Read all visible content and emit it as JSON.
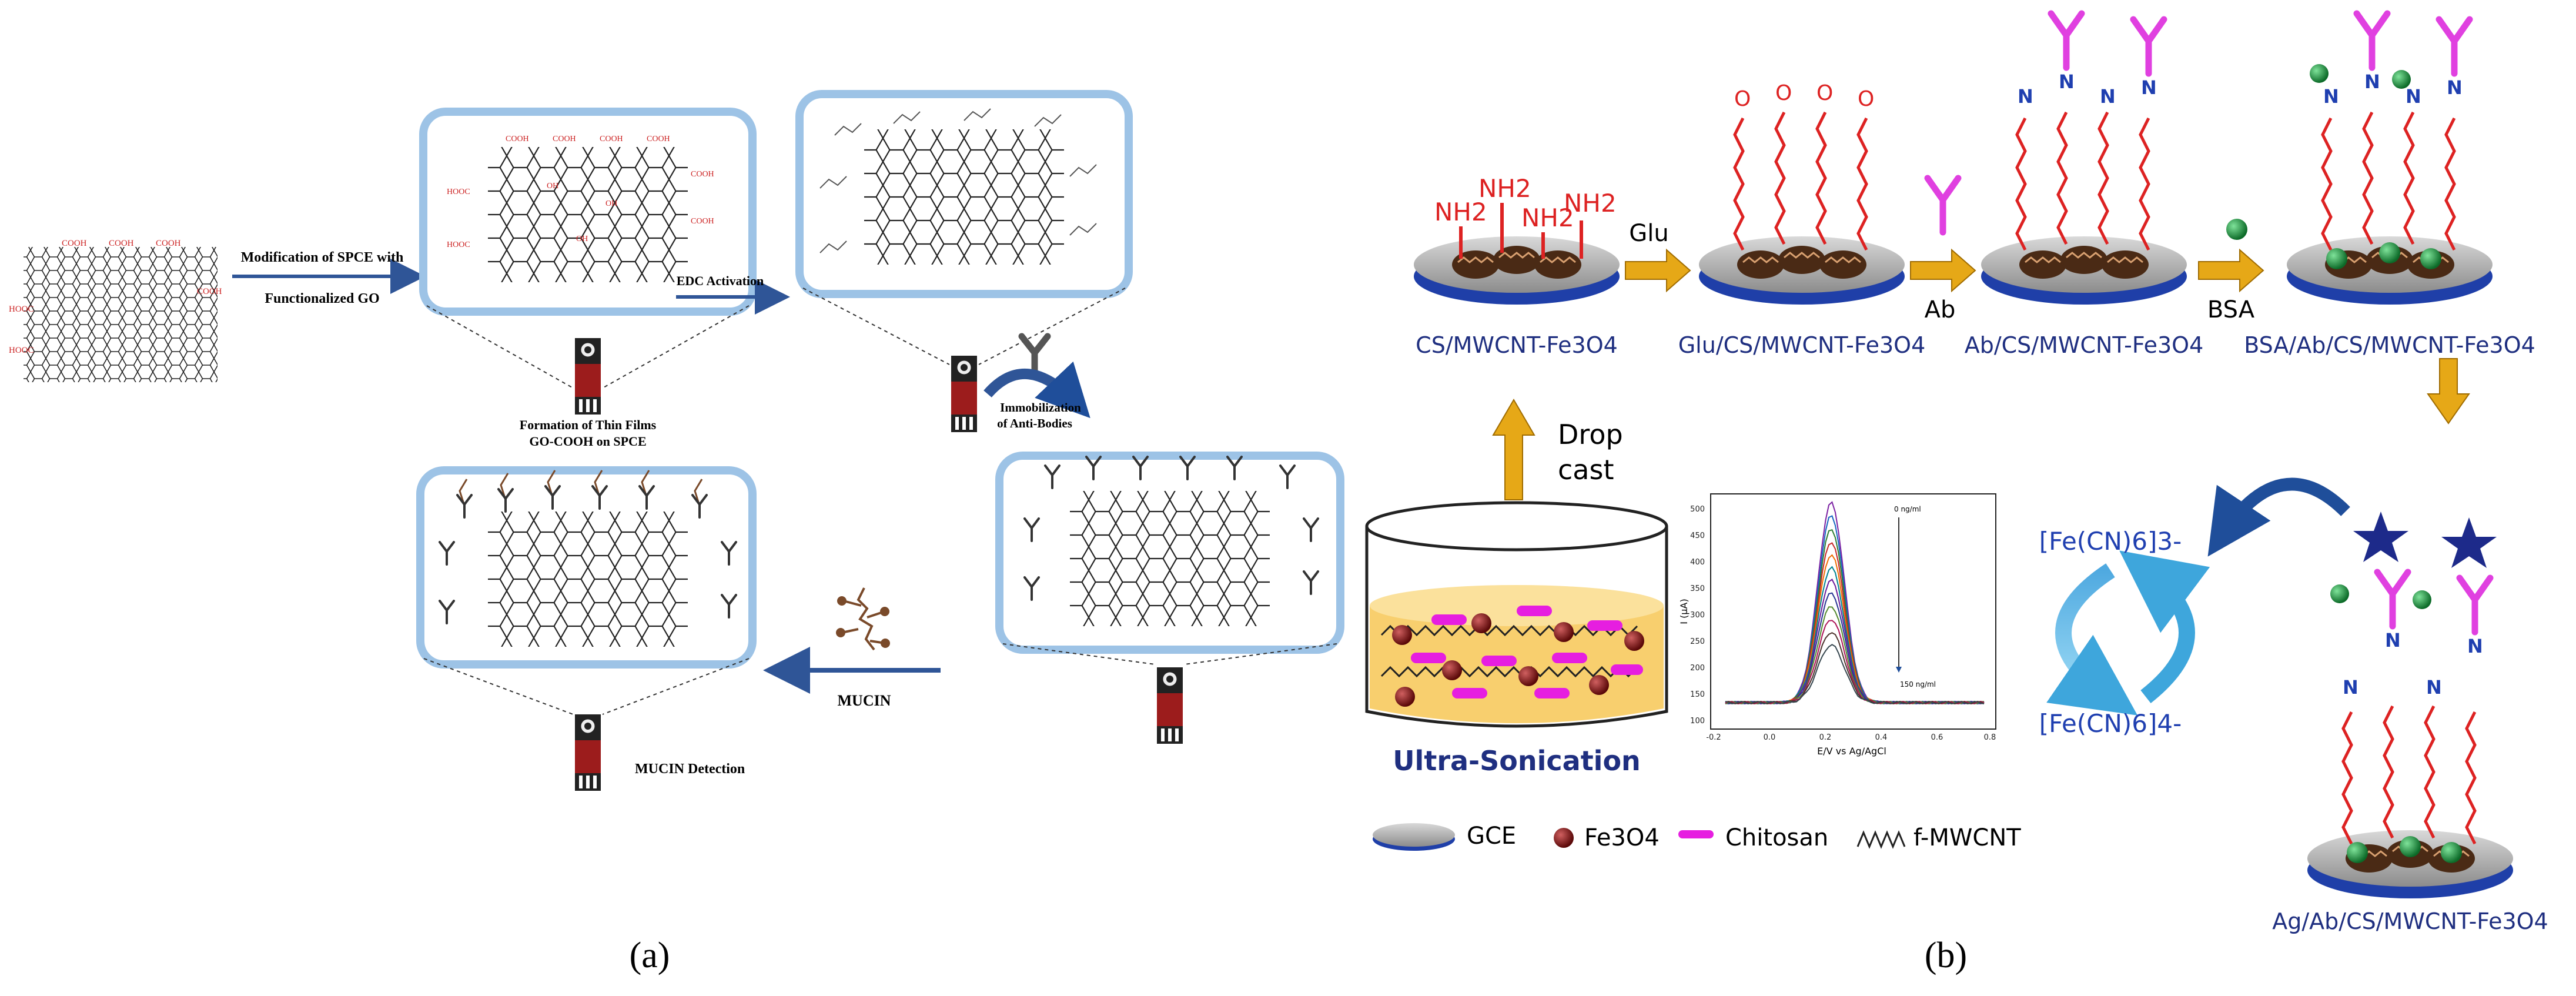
{
  "panel_a": {
    "label": "(a)",
    "step_modification": [
      "Modification of SPCE with",
      "Functionalized GO"
    ],
    "step_edc": "EDC Activation",
    "step_film": [
      "Formation of Thin Films",
      "GO-COOH on SPCE"
    ],
    "step_immobilization": [
      "Immobilization",
      "of Anti-Bodies"
    ],
    "step_mucin": "MUCIN",
    "step_detection": "MUCIN Detection",
    "cooh": "COOH",
    "hooc": "HOOC",
    "oh": "OH"
  },
  "panel_b": {
    "label": "(b)",
    "glu": "Glu",
    "ab": "Ab",
    "bsa": "BSA",
    "nh2": "NH2",
    "n_atom": "N",
    "o_atom": "O",
    "drop_cast": [
      "Drop",
      "cast"
    ],
    "ultra_sonication": "Ultra-Sonication",
    "ferricyanide": "[Fe(CN)6]3-",
    "ferrocyanide": "[Fe(CN)6]4-",
    "electrode_labels": [
      "CS/MWCNT-Fe3O4",
      "Glu/CS/MWCNT-Fe3O4",
      "Ab/CS/MWCNT-Fe3O4",
      "BSA/Ab/CS/MWCNT-Fe3O4",
      "Ag/Ab/CS/MWCNT-Fe3O4"
    ],
    "legend": [
      "GCE",
      "Fe3O4",
      "Chitosan",
      "f-MWCNT"
    ],
    "inset": {
      "ylabel": "I (µA)",
      "xlabel": "E/V vs Ag/AgCl",
      "yticks": [
        "100",
        "150",
        "200",
        "250",
        "300",
        "350",
        "400",
        "450",
        "500"
      ],
      "xticks": [
        "-0.2",
        "0.0",
        "0.2",
        "0.4",
        "0.6",
        "0.8"
      ],
      "annotation_top": "0 ng/ml",
      "annotation_bottom": "150 ng/ml"
    }
  },
  "colors": {
    "arrow_blue": "#2f5597",
    "gold_arrow": "#e6a817",
    "chain_red": "#dd2222",
    "nitrogen_blue": "#1f3fb0",
    "antibody_magenta": "#e040e0",
    "star_navy": "#1d2a8a",
    "bsa_green": "#1e8c3a",
    "frame_blue": "#9dc3e6"
  }
}
